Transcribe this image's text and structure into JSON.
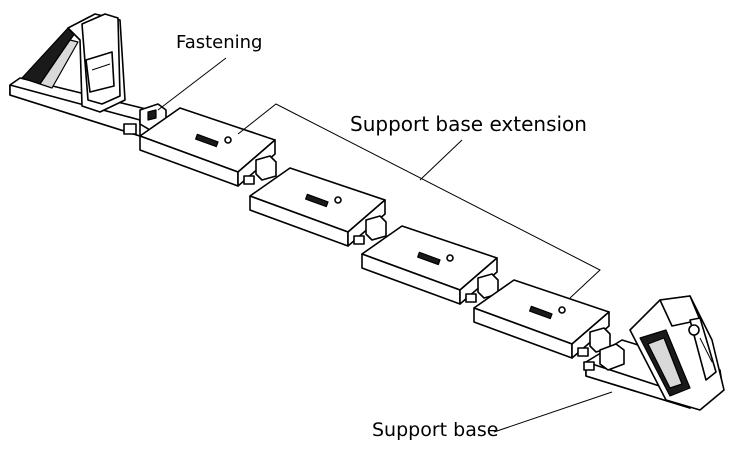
{
  "labels": {
    "fastening": "Fastening",
    "support_base_extension": "Support base extension",
    "support_base": "Support base"
  },
  "colors": {
    "ink": "#000000",
    "background": "#ffffff"
  }
}
